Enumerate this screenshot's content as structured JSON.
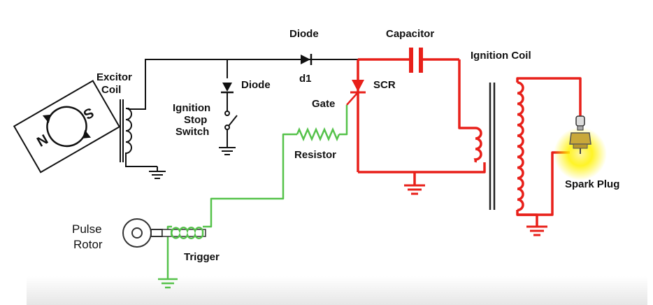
{
  "labels": {
    "diode_top": "Diode",
    "d1": "d1",
    "capacitor": "Capacitor",
    "ignition_coil": "Ignition Coil",
    "excitor_coil_1": "Excitor",
    "excitor_coil_2": "Coil",
    "diode_mid": "Diode",
    "scr": "SCR",
    "gate": "Gate",
    "ignition_stop_1": "Ignition",
    "ignition_stop_2": "Stop",
    "ignition_stop_3": "Switch",
    "resistor": "Resistor",
    "spark_plug": "Spark Plug",
    "pulse_rotor_1": "Pulse",
    "pulse_rotor_2": "Rotor",
    "trigger": "Trigger",
    "magnet_s": "S",
    "magnet_n": "N"
  },
  "colors": {
    "wire": "#111111",
    "red_wire": "#e8201a",
    "green_wire": "#55c24a",
    "spark_glow": "#fff200"
  }
}
